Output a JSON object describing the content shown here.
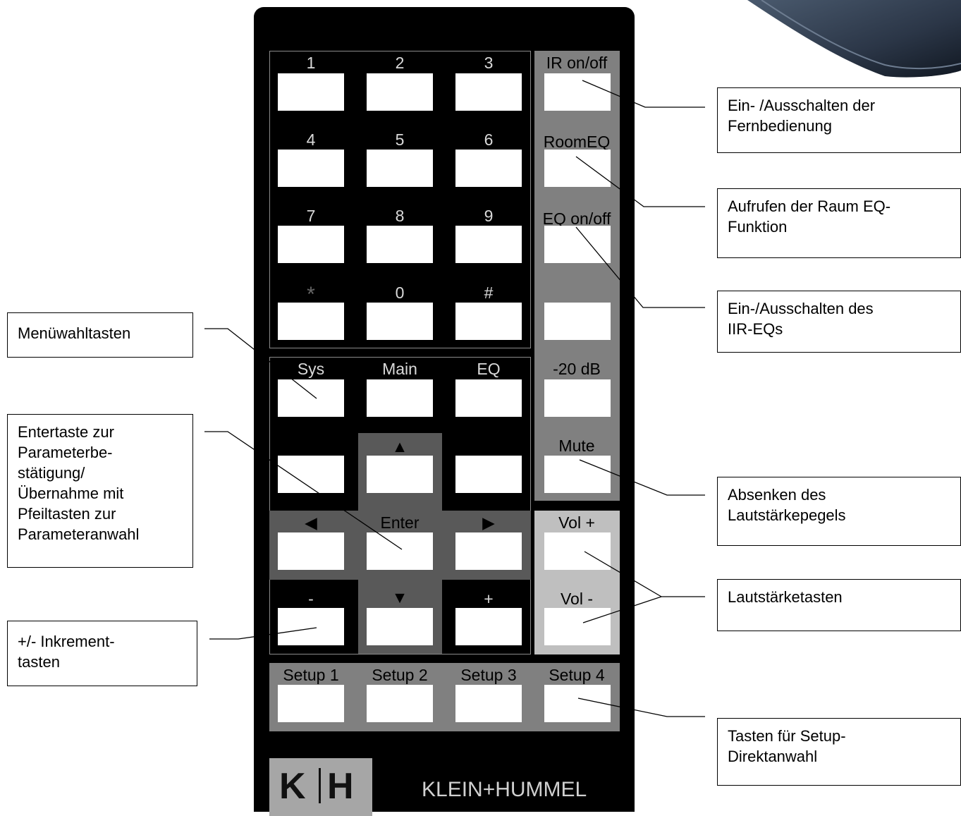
{
  "keypad": {
    "numbers": [
      "1",
      "2",
      "3",
      "4",
      "5",
      "6",
      "7",
      "8",
      "9",
      "*",
      "0",
      "#"
    ],
    "side": [
      "IR on/off",
      "RoomEQ",
      "EQ on/off",
      "",
      "-20 dB",
      "Mute"
    ],
    "menu": [
      "Sys",
      "Main",
      "EQ"
    ],
    "nav": {
      "up": "▲",
      "left": "◀",
      "enter": "Enter",
      "right": "▶",
      "down": "▼",
      "minus": "-",
      "plus": "+"
    },
    "volume": [
      "Vol +",
      "Vol -"
    ],
    "setups": [
      "Setup 1",
      "Setup 2",
      "Setup 3",
      "Setup 4"
    ]
  },
  "brand": {
    "logo_left": "K",
    "logo_right": "H",
    "name": "KLEIN+HUMMEL"
  },
  "callouts": {
    "ir": "Ein- /Ausschalten der\nFernbedienung",
    "roomeq": "Aufrufen der Raum EQ-\nFunktion",
    "iir": "Ein-/Ausschalten des\nIIR-EQs",
    "menu": "Menüwahltasten",
    "enter": "Entertaste zur\nParameterbe-\nstätigung/\nÜbernahme mit\nPfeiltasten zur\nParameteranwahl",
    "mute": "Absenken des\nLautstärkepegels",
    "volume": "Lautstärketasten",
    "incr": "+/- Inkrement-\ntasten",
    "setup": "Tasten für Setup-\nDirektanwahl"
  },
  "colors": {
    "body": "#000000",
    "side_panel": "#808080",
    "nav_panel": "#595959",
    "vol_panel": "#bfbfbf",
    "setup_panel": "#808080",
    "logo": "#a6a6a6"
  }
}
